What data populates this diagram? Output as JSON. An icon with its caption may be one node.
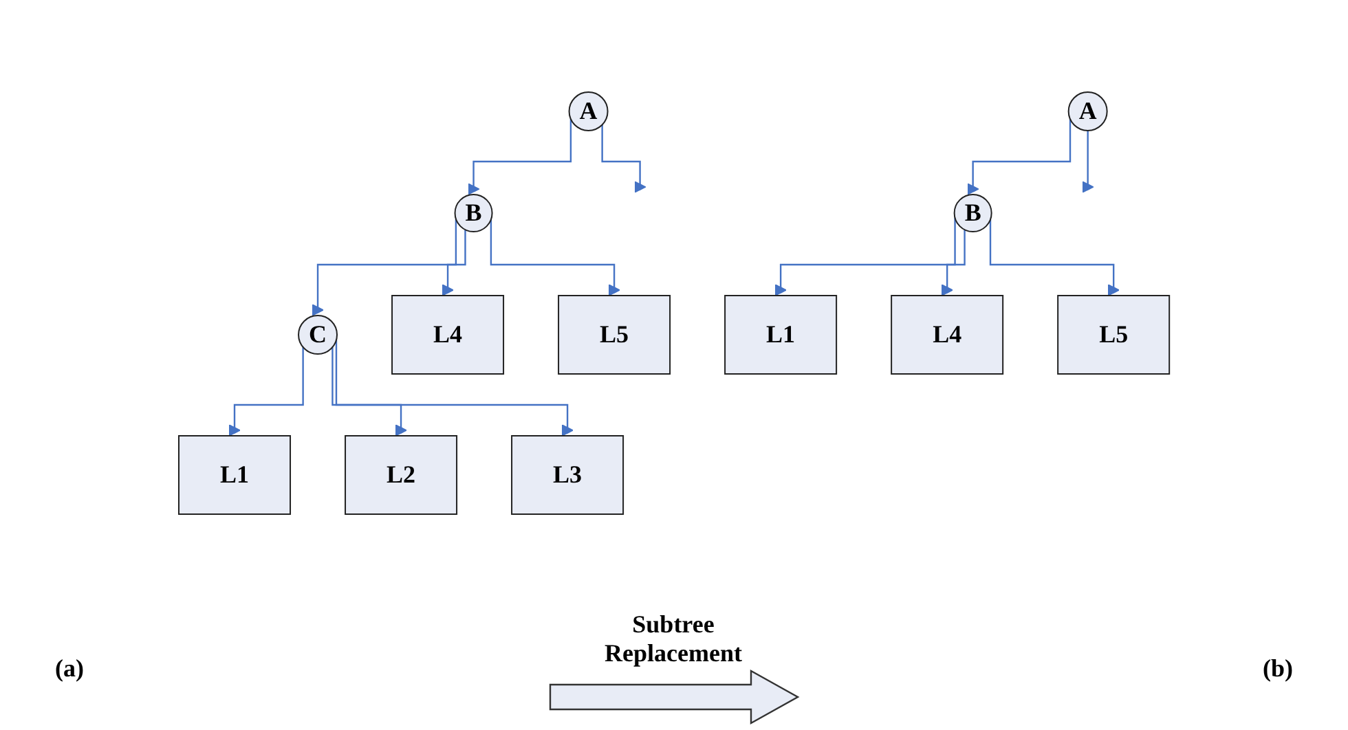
{
  "diagram": {
    "nodes": [
      {
        "text": [
          "A"
        ]
      },
      {
        "text": [
          "B"
        ]
      },
      {
        "text": [
          "C"
        ]
      },
      {
        "text": [
          "L4"
        ]
      },
      {
        "text": [
          "L5"
        ]
      },
      {
        "text": [
          "L1"
        ]
      },
      {
        "text": [
          "L2"
        ]
      },
      {
        "text": [
          "L3"
        ]
      },
      {
        "text": [
          "A"
        ]
      },
      {
        "text": [
          "B"
        ]
      },
      {
        "text": [
          "L1"
        ]
      },
      {
        "text": [
          "L4"
        ]
      },
      {
        "text": [
          "L5"
        ]
      }
    ],
    "edges": [
      {
        "from": 0,
        "to": 1,
        "arrow": "to"
      },
      {
        "from": 0,
        "to": null,
        "arrow": "to"
      },
      {
        "from": 1,
        "to": 2,
        "arrow": "to"
      },
      {
        "from": 1,
        "to": 3,
        "arrow": "to"
      },
      {
        "from": 1,
        "to": 4,
        "arrow": "to"
      },
      {
        "from": 2,
        "to": 5,
        "arrow": "to"
      },
      {
        "from": 2,
        "to": 6,
        "arrow": "to"
      },
      {
        "from": 2,
        "to": 7,
        "arrow": "to"
      },
      {
        "from": 8,
        "to": 9,
        "arrow": "to"
      },
      {
        "from": 8,
        "to": null,
        "arrow": "to"
      },
      {
        "from": 9,
        "to": 10,
        "arrow": "to"
      },
      {
        "from": 9,
        "to": 11,
        "arrow": "to"
      },
      {
        "from": 9,
        "to": 12,
        "arrow": "to"
      }
    ],
    "labels": [
      "Subtree Replacement",
      "(a)",
      "(b)"
    ]
  }
}
